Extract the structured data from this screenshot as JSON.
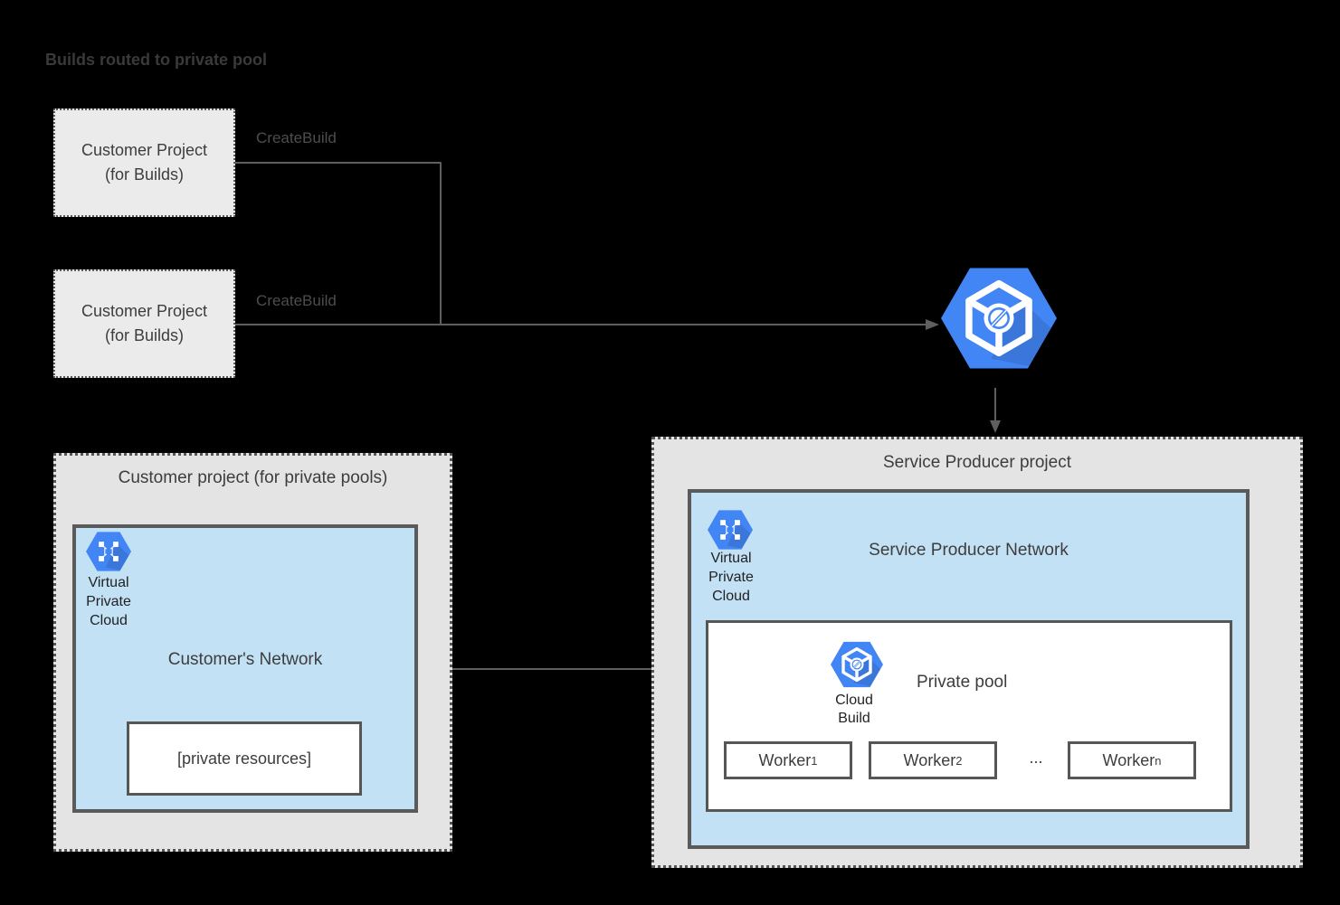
{
  "page": {
    "title": "Builds routed to private pool"
  },
  "colors": {
    "background": "#000000",
    "google_blue": "#4285f4",
    "network_fill": "#c2e1f5",
    "project_fill": "#e4e4e4",
    "node_fill": "#ebebeb",
    "line": "#5f5f5f",
    "text": "#3d3d3d"
  },
  "icons": {
    "cloud_build": "cloud-build-hexagon",
    "vpc": "virtual-private-cloud-hexagon"
  },
  "customer_build_projects": [
    {
      "line1": "Customer Project",
      "line2": "(for Builds)",
      "edge_label": "CreateBuild"
    },
    {
      "line1": "Customer Project",
      "line2": "(for Builds)",
      "edge_label": "CreateBuild"
    }
  ],
  "service_producer": {
    "title": "Service Producer project",
    "network": {
      "title": "Service Producer Network",
      "vpc_label": {
        "line1": "Virtual",
        "line2": "Private",
        "line3": "Cloud"
      },
      "private_pool": {
        "title": "Private pool",
        "cloud_build_label": {
          "line1": "Cloud",
          "line2": "Build"
        },
        "workers": [
          {
            "base": "Worker",
            "sub": "1"
          },
          {
            "base": "Worker",
            "sub": "2"
          },
          {
            "base": "Worker",
            "sub": "n"
          }
        ],
        "ellipsis": "..."
      }
    }
  },
  "customer_pool_project": {
    "title": "Customer project (for private pools)",
    "network": {
      "title": "Customer's Network",
      "vpc_label": {
        "line1": "Virtual",
        "line2": "Private",
        "line3": "Cloud"
      },
      "private_resources": "[private resources]"
    }
  }
}
